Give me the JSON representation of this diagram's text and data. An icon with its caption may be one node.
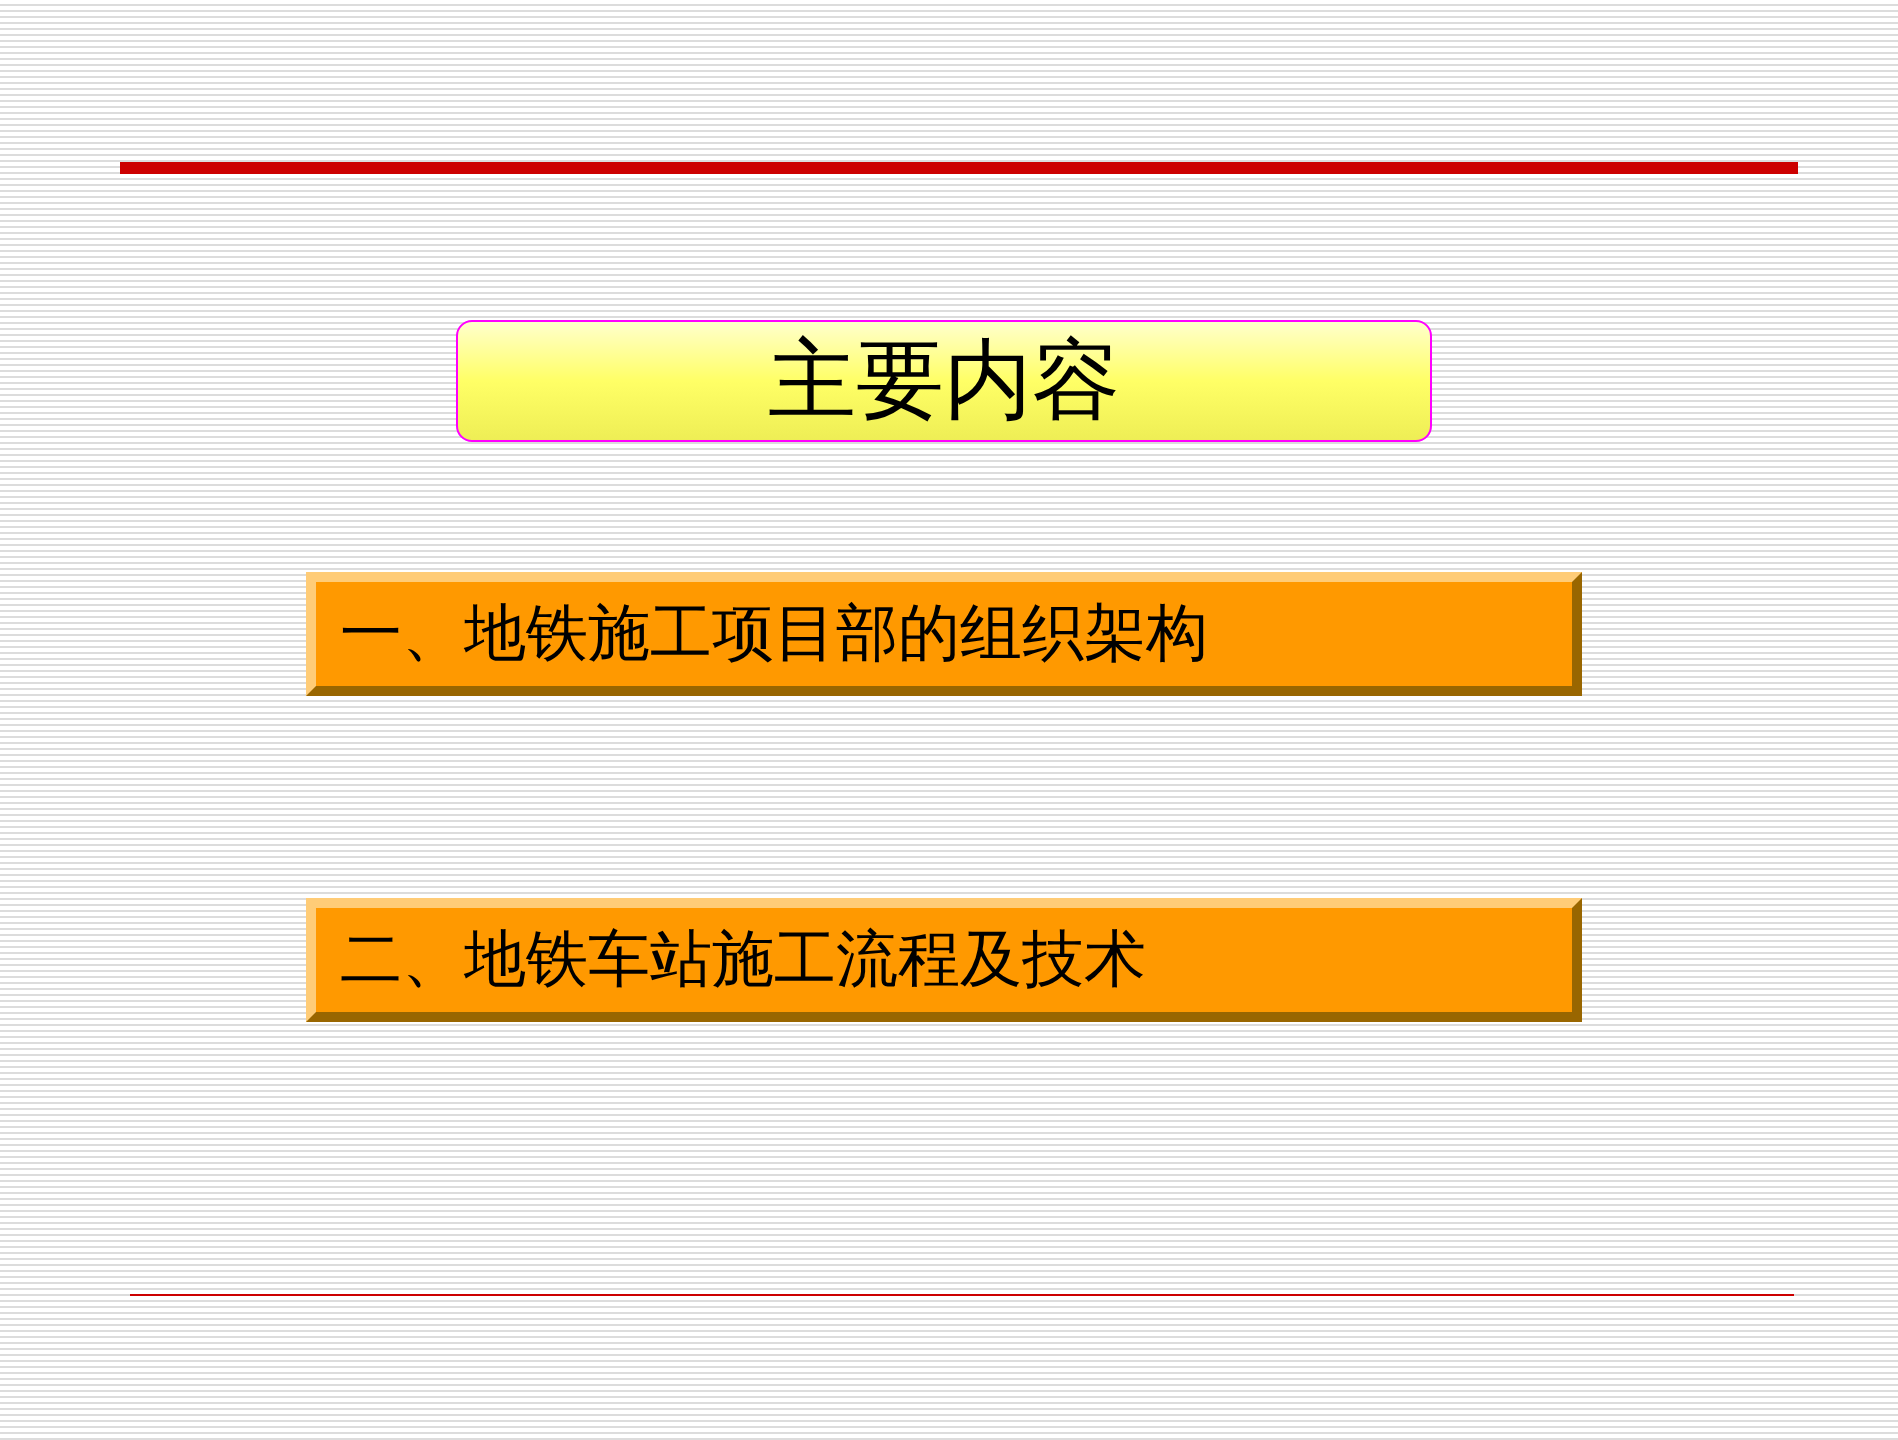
{
  "diagram": {
    "nodes": [
      {
        "text": [
          "主要内容"
        ]
      },
      {
        "text": [
          "一、地铁施工项目部的组织架构"
        ]
      },
      {
        "text": [
          "二、地铁车站施工流程及技术"
        ]
      }
    ]
  }
}
